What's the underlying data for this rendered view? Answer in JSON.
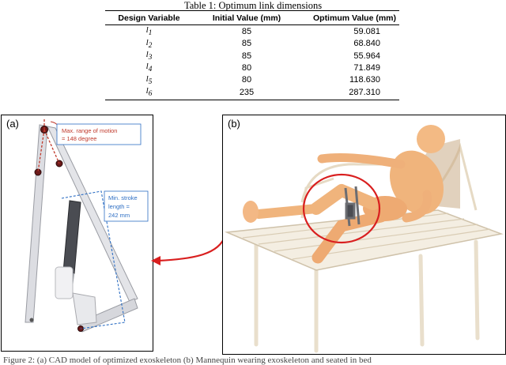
{
  "table": {
    "caption": "Table 1: Optimum link dimensions",
    "headers": [
      "Design Variable",
      "Initial Value (mm)",
      "Optimum Value (mm)"
    ],
    "rows": [
      {
        "var": "l",
        "sub": "1",
        "initial": "85",
        "optimum": "59.081"
      },
      {
        "var": "l",
        "sub": "2",
        "initial": "85",
        "optimum": "68.840"
      },
      {
        "var": "l",
        "sub": "3",
        "initial": "85",
        "optimum": "55.964"
      },
      {
        "var": "l",
        "sub": "4",
        "initial": "80",
        "optimum": "71.849"
      },
      {
        "var": "l",
        "sub": "5",
        "initial": "80",
        "optimum": "118.630"
      },
      {
        "var": "l",
        "sub": "6",
        "initial": "235",
        "optimum": "287.310"
      }
    ]
  },
  "figure": {
    "panel_a": {
      "label": "(a)",
      "annotation_motion_line1": "Max. range of motion",
      "annotation_motion_line2": "= 148 degree",
      "annotation_stroke_line1": "Min. stroke",
      "annotation_stroke_line2": "length =",
      "annotation_stroke_line3": "242 mm"
    },
    "panel_b": {
      "label": "(b)"
    },
    "caption_fragment": "Figure 2: (a) CAD model of optimized exoskeleton (b) Mannequin wearing exoskeleton and seated in bed"
  },
  "colors": {
    "annotation_red": "#c0392b",
    "annotation_blue": "#2e6fc4",
    "pointer_red": "#d91f1f",
    "mannequin": "#f0b47c",
    "bed_frame": "#efe6d6"
  }
}
